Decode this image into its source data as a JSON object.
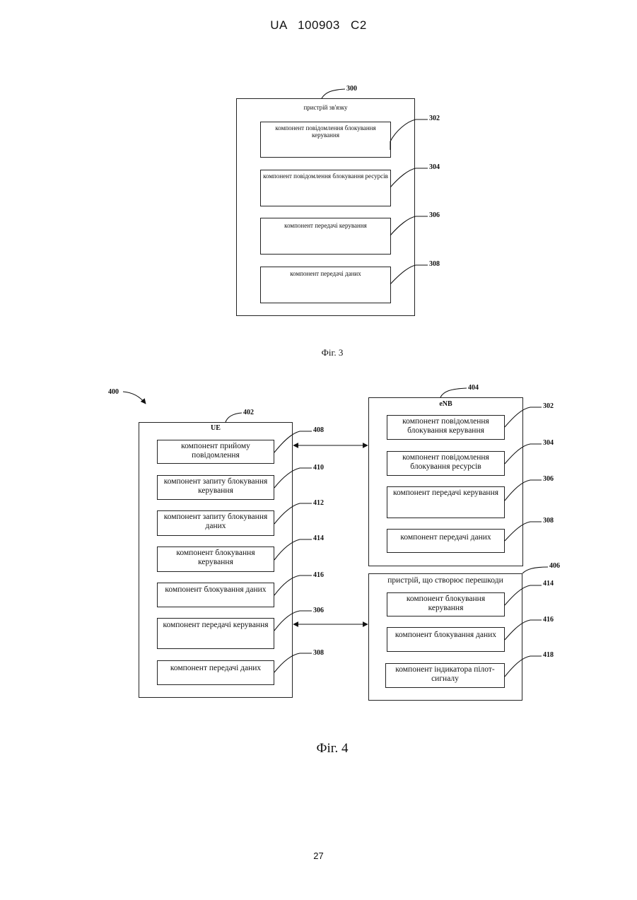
{
  "header": "UA  100903  C2",
  "page_number": "27",
  "fig3": {
    "caption": "Фіг. 3",
    "ref_outer": "300",
    "outer_title": "пристрій зв'язку",
    "components": [
      {
        "ref": "302",
        "label": "компонент повідомлення блокування керування"
      },
      {
        "ref": "304",
        "label": "компонент повідомлення блокування ресурсів"
      },
      {
        "ref": "306",
        "label": "компонент передачі керування"
      },
      {
        "ref": "308",
        "label": "компонент передачі даних"
      }
    ]
  },
  "fig4": {
    "caption": "Фіг. 4",
    "ref_overall": "400",
    "ue": {
      "ref": "402",
      "title": "UE",
      "components": [
        {
          "ref": "408",
          "label": "компонент прийому повідомлення"
        },
        {
          "ref": "410",
          "label": "компонент запиту блокування керування"
        },
        {
          "ref": "412",
          "label": "компонент запиту блокування даних"
        },
        {
          "ref": "414",
          "label": "компонент блокування керування"
        },
        {
          "ref": "416",
          "label": "компонент блокування даних"
        },
        {
          "ref": "306",
          "label": "компонент передачі керування"
        },
        {
          "ref": "308",
          "label": "компонент передачі даних"
        }
      ]
    },
    "enb": {
      "ref": "404",
      "title": "eNB",
      "components": [
        {
          "ref": "302",
          "label": "компонент повідомлення блокування керування"
        },
        {
          "ref": "304",
          "label": "компонент повідомлення блокування ресурсів"
        },
        {
          "ref": "306",
          "label": "компонент передачі керування"
        },
        {
          "ref": "308",
          "label": "компонент передачі даних"
        }
      ]
    },
    "interferer": {
      "ref": "406",
      "title": "пристрій, що створює перешкоди",
      "components": [
        {
          "ref": "414",
          "label": "компонент блокування керування"
        },
        {
          "ref": "416",
          "label": "компонент блокування даних"
        },
        {
          "ref": "418",
          "label": "компонент індикатора пілот-сигналу"
        }
      ]
    }
  }
}
